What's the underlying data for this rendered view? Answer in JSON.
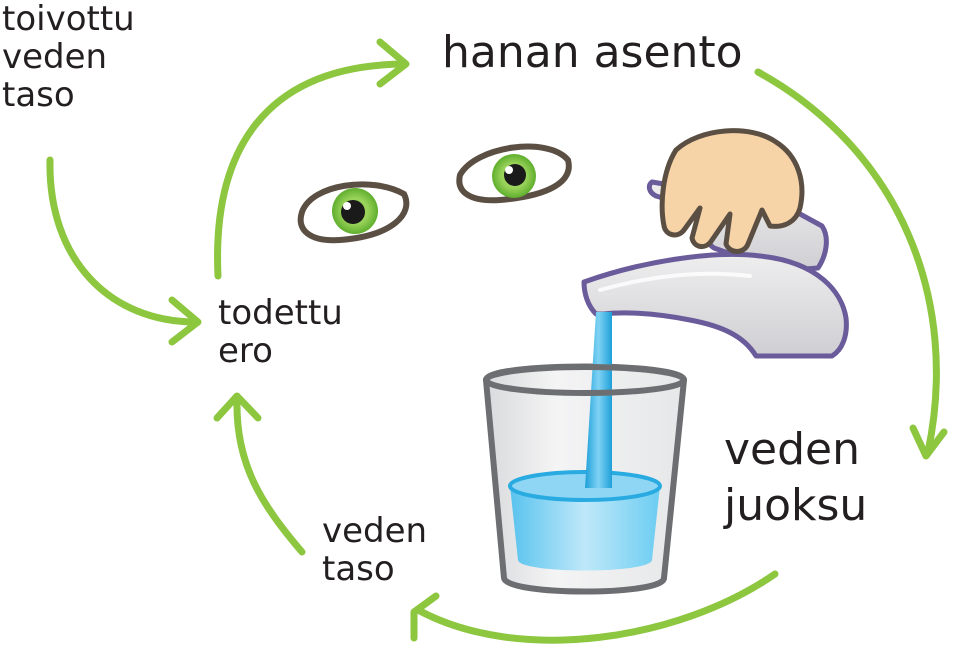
{
  "diagram": {
    "labels": {
      "desired_level": [
        "toivottu",
        "veden",
        "taso"
      ],
      "observed_difference": [
        "todettu",
        "ero"
      ],
      "water_level": [
        "veden",
        "taso"
      ],
      "tap_position": "hanan asento",
      "water_flow": [
        "veden",
        "juoksu"
      ]
    },
    "icons": [
      "eyes-icon",
      "hand-icon",
      "faucet-icon",
      "water-glass-icon",
      "cycle-arrow-icon"
    ],
    "colors": {
      "arrow": "#8dc63f",
      "iris": "#7cc142",
      "eye_outline": "#5b4f43",
      "skin": "#f7d3a8",
      "faucet_outline": "#6a5b9a",
      "water": "#29abe2",
      "glass_outline": "#6d6e71"
    }
  }
}
